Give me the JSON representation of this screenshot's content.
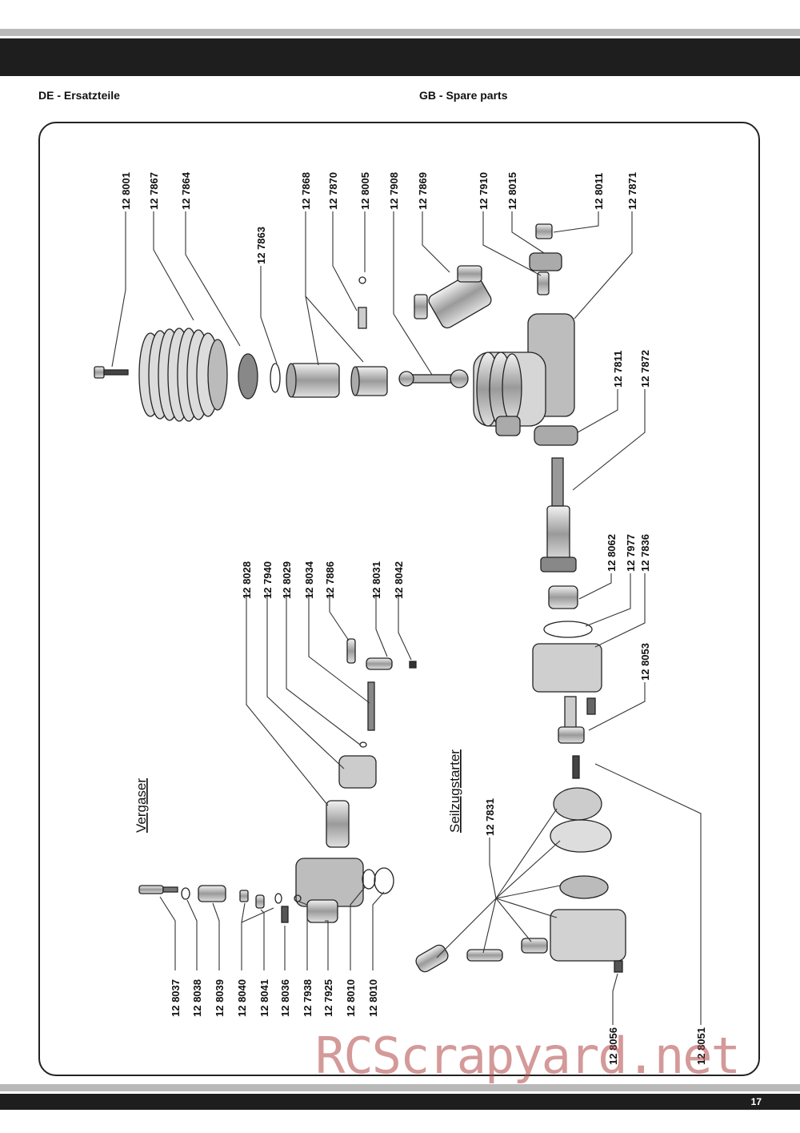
{
  "header": {
    "left": "DE - Ersatzteile",
    "right": "GB - Spare parts"
  },
  "footer": {
    "page_number": "17"
  },
  "sections": {
    "carburetor": "Vergaser",
    "pull_starter": "Seilzugstarter"
  },
  "watermark": "RCScrapyard.net",
  "part_labels": {
    "p128001": "12 8001",
    "p127867": "12 7867",
    "p127864": "12 7864",
    "p127863": "12 7863",
    "p127868": "12 7868",
    "p127870": "12 7870",
    "p128005": "12 8005",
    "p127908": "12 7908",
    "p127869": "12 7869",
    "p127910": "12 7910",
    "p128015": "12 8015",
    "p128011": "12 8011",
    "p127871": "12 7871",
    "p127811": "12 7811",
    "p127872": "12 7872",
    "p128062": "12 8062",
    "p127977": "12 7977",
    "p127836": "12 7836",
    "p128053": "12 8053",
    "p128028": "12 8028",
    "p127940": "12 7940",
    "p128029": "12 8029",
    "p128034": "12 8034",
    "p127886": "12 7886",
    "p128031": "12 8031",
    "p128042": "12 8042",
    "p127831": "12 7831",
    "p128037": "12 8037",
    "p128038": "12 8038",
    "p128039": "12 8039",
    "p128040": "12 8040",
    "p128041": "12 8041",
    "p128036": "12 8036",
    "p127938": "12 7938",
    "p127925": "12 7925",
    "p128010a": "12 8010",
    "p128010b": "12 8010",
    "p128056": "12 8056",
    "p128051": "12 8051"
  }
}
